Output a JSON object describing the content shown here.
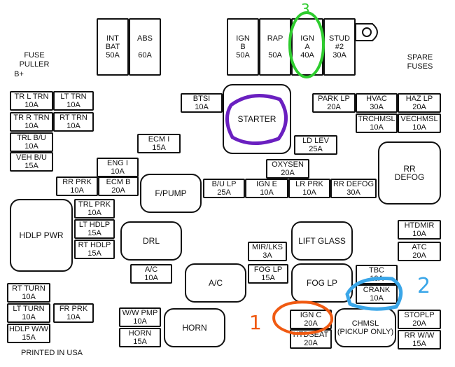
{
  "labels": {
    "fuse_puller": "FUSE\nPULLER",
    "b_plus": "B+",
    "spare_fuses": "SPARE\nFUSES",
    "printed": "PRINTED IN USA"
  },
  "fuses": {
    "int_bat": "INT\nBAT\n50A",
    "abs": "ABS\n\n60A",
    "ign_b": "IGN\nB\n50A",
    "rap": "RAP\n\n50A",
    "ign_a": "IGN\nA\n40A",
    "stud2": "STUD\n#2\n30A",
    "tr_l_trn": "TR L TRN\n10A",
    "lt_trn": "LT TRN\n10A",
    "tr_r_trn": "TR R TRN\n10A",
    "rt_trn": "RT TRN\n10A",
    "trl_bu": "TRL B/U\n10A",
    "veh_bu": "VEH B/U\n15A",
    "btsi": "BTSI\n10A",
    "starter": "STARTER",
    "park_lp": "PARK LP\n20A",
    "hvac": "HVAC\n30A",
    "haz_lp": "HAZ LP\n20A",
    "trchmsl": "TRCHMSL\n10A",
    "vechmsl": "VECHMSL\n10A",
    "ecm_i": "ECM I\n15A",
    "ld_lev": "LD LEV\n25A",
    "rr_defog_relay": "RR\nDEFOG",
    "eng_i": "ENG I\n10A",
    "oxysen": "OXYSEN\n20A",
    "rr_prk": "RR PRK\n10A",
    "ecm_b": "ECM B\n20A",
    "f_pump": "F/PUMP",
    "bu_lp": "B/U LP\n25A",
    "ign_e": "IGN E\n10A",
    "lr_prk": "LR PRK\n10A",
    "rr_defog": "RR DEFOG\n30A",
    "hdlp_pwr": "HDLP PWR",
    "trl_prk": "TRL PRK\n10A",
    "lt_hdlp": "LT HDLP\n15A",
    "rt_hdlp": "RT HDLP\n15A",
    "drl": "DRL",
    "lift_glass": "LIFT GLASS",
    "htdmir": "HTDMIR\n10A",
    "mir_lks": "MIR/LKS\n3A",
    "atc": "ATC\n20A",
    "ac_fuse": "A/C\n10A",
    "ac_relay": "A/C",
    "fog_lp_fuse": "FOG LP\n15A",
    "fog_lp_relay": "FOG LP",
    "tbc": "TBC\n10A",
    "crank": "CRANK\n10A",
    "rt_turn": "RT TURN\n10A",
    "lt_turn": "LT TURN\n10A",
    "fr_prk": "FR PRK\n10A",
    "ww_pmp": "W/W PMP\n10A",
    "horn_fuse": "HORN\n15A",
    "horn_relay": "HORN",
    "ign_c": "IGN C\n20A",
    "htdseat": "HTDSEAT\n20A",
    "chmsl": "CHMSL\n(PICKUP ONLY)",
    "stoplp": "STOPLP\n20A",
    "rr_ww": "RR W/W\n15A",
    "hdlp_ww": "HDLP W/W\n15A"
  },
  "annotations": {
    "green_mark": "3",
    "blue_mark": "2",
    "orange_mark": "1",
    "colors": {
      "green": "#2ecc2e",
      "purple": "#6a1fc0",
      "blue": "#3aa6e8",
      "orange": "#f05a12"
    }
  }
}
